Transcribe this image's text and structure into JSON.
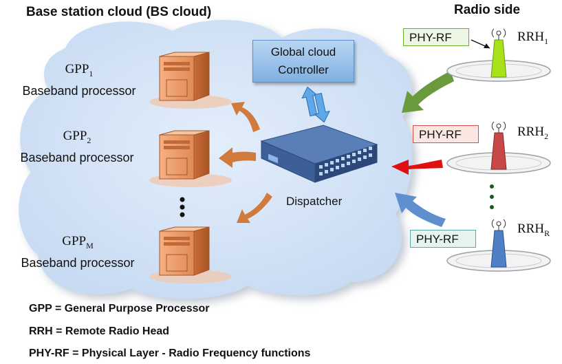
{
  "titles": {
    "bs_cloud": "Base station cloud (BS cloud)",
    "radio_side": "Radio side"
  },
  "gpps": [
    {
      "base": "GPP",
      "sub": "1",
      "desc": "Baseband processor"
    },
    {
      "base": "GPP",
      "sub": "2",
      "desc": "Baseband processor"
    },
    {
      "base": "GPP",
      "sub": "M",
      "desc": "Baseband processor"
    }
  ],
  "controller": {
    "line1": "Global cloud",
    "line2": "Controller"
  },
  "dispatcher": {
    "label": "Dispatcher"
  },
  "rrhs": [
    {
      "base": "RRH",
      "sub": "1",
      "phy": "PHY-RF",
      "color": "#a8e01a",
      "phy_border": "#6cae2c",
      "phy_bg": "#eef7e4"
    },
    {
      "base": "RRH",
      "sub": "2",
      "phy": "PHY-RF",
      "color": "#c84848",
      "phy_border": "#d34b4b",
      "phy_bg": "#fbe6e2"
    },
    {
      "base": "RRH",
      "sub": "R",
      "phy": "PHY-RF",
      "color": "#4f7fc4",
      "phy_border": "#5aa6a0",
      "phy_bg": "#e6f4f1"
    }
  ],
  "legend": [
    "GPP = General Purpose Processor",
    "RRH = Remote Radio Head",
    "PHY-RF = Physical Layer - Radio Frequency functions"
  ],
  "colors": {
    "cloud": "#d6e6f8",
    "server": "#f0a070",
    "orange_arrow": "#d27a3c",
    "green_arrow": "#6a9a3c",
    "red_arrow": "#e01010",
    "blue_arrow": "#5f8fcf"
  }
}
